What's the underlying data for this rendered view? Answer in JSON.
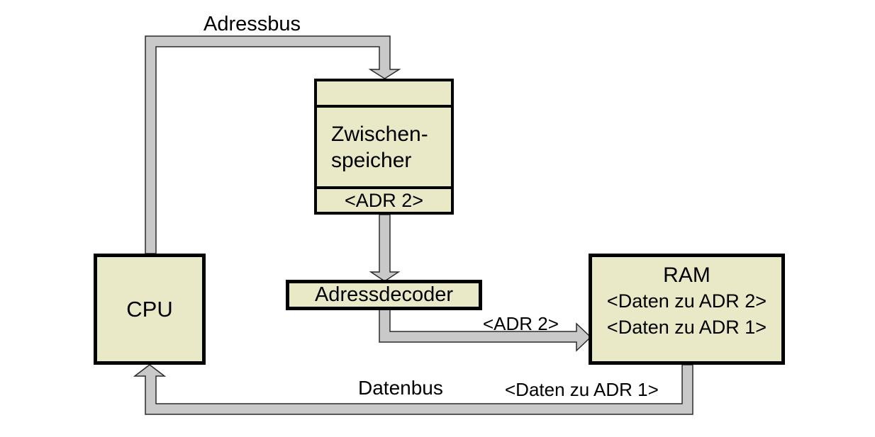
{
  "diagram": {
    "colors": {
      "box_fill": "#e9e9c8",
      "box_border": "#000000",
      "bus_fill": "#c9c9c9",
      "bus_stroke": "#2b2b2b",
      "canvas_bg": "#ffffff",
      "text_color": "#000000"
    },
    "bus_labels": {
      "adressbus": "Adressbus",
      "datenbus": "Datenbus",
      "adr2": "<ADR 2>",
      "daten_zu_adr1": "<Daten zu ADR 1>"
    },
    "boxes": {
      "cpu": {
        "title": "CPU"
      },
      "zwischenspeicher": {
        "name_line1": "Zwischen-",
        "name_line2": "speicher",
        "stored_address": "<ADR 2>"
      },
      "adressdecoder": {
        "title": "Adressdecoder"
      },
      "ram": {
        "title": "RAM",
        "cell1": "<Daten zu ADR 2>",
        "cell2": "<Daten zu ADR 1>"
      }
    }
  }
}
